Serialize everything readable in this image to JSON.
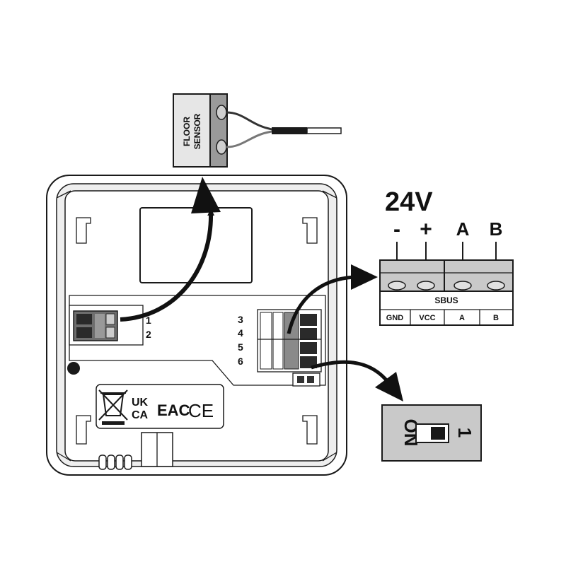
{
  "floor_sensor": {
    "line1": "FLOOR",
    "line2": "SENSOR"
  },
  "voltage": {
    "label": "24V"
  },
  "terminals_top": [
    "-",
    "+",
    "A",
    "B"
  ],
  "sbus": {
    "title": "SBUS",
    "labels": [
      "GND",
      "VCC",
      "A",
      "B"
    ]
  },
  "left_terminal_numbers": [
    "1",
    "2"
  ],
  "right_terminal_numbers": [
    "3",
    "4",
    "5",
    "6"
  ],
  "marks": {
    "ukca_line1": "UK",
    "ukca_line2": "CA",
    "eac": "EAC",
    "ce": "CE"
  },
  "dip_switch": {
    "on_label": "ON",
    "number": "1",
    "state": "ON"
  },
  "colors": {
    "line": "#1a1a1a",
    "panel_gray": "#c9c9c9",
    "housing_gray": "#dcdcdc",
    "white": "#ffffff"
  }
}
